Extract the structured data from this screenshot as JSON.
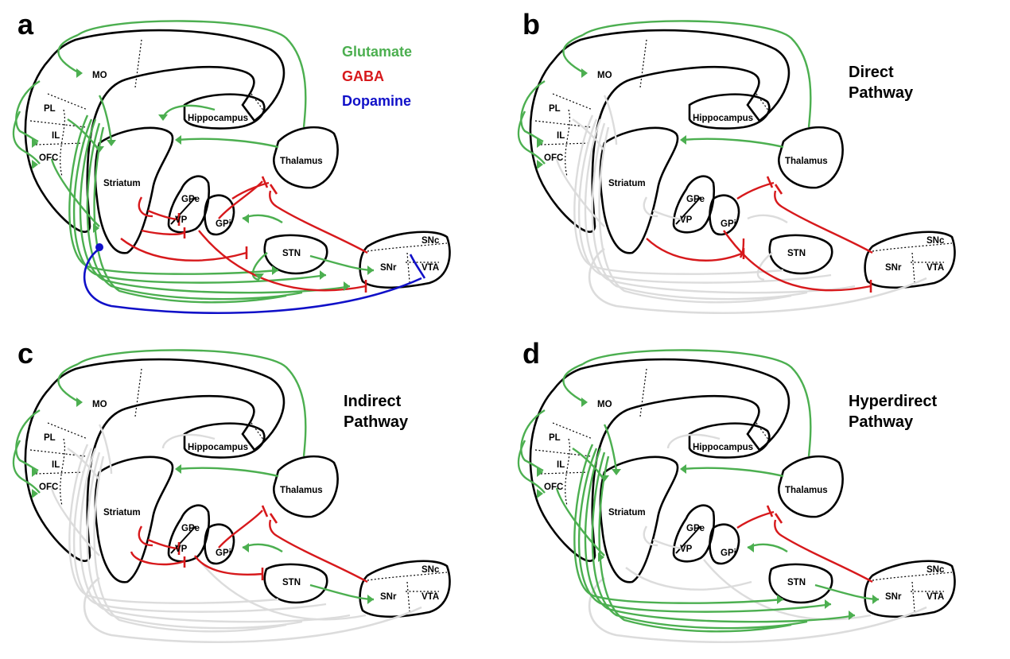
{
  "legend": {
    "glutamate": "Glutamate",
    "gaba": "GABA",
    "dopamine": "Dopamine"
  },
  "colors": {
    "glutamate": "#4caf50",
    "gaba": "#d7191c",
    "dopamine": "#1010c8",
    "faded": "#dcdcdc"
  },
  "regions": {
    "mo": "MO",
    "pl": "PL",
    "il": "IL",
    "ofc": "OFC",
    "hippocampus": "Hippocampus",
    "striatum": "Striatum",
    "thalamus": "Thalamus",
    "gpe": "GPe",
    "vp": "VP",
    "gpi": "GPi",
    "stn": "STN",
    "snc": "SNc",
    "snr": "SNr",
    "vta": "VTA"
  },
  "panels": [
    {
      "letter": "a",
      "title": ""
    },
    {
      "letter": "b",
      "title_line1": "Direct",
      "title_line2": "Pathway"
    },
    {
      "letter": "c",
      "title_line1": "Indirect",
      "title_line2": "Pathway"
    },
    {
      "letter": "d",
      "title_line1": "Hyperdirect",
      "title_line2": "Pathway"
    }
  ]
}
